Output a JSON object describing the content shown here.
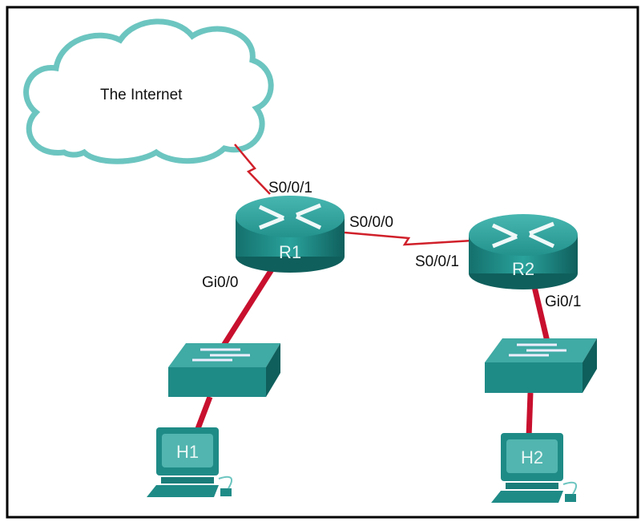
{
  "cloud": {
    "label": "The Internet"
  },
  "routers": [
    {
      "name": "R1"
    },
    {
      "name": "R2"
    }
  ],
  "hosts": [
    {
      "name": "H1"
    },
    {
      "name": "H2"
    }
  ],
  "interfaces": {
    "r1_internet": "S0/0/1",
    "r1_r2": "S0/0/0",
    "r2_r1": "S0/0/1",
    "r1_lan": "Gi0/0",
    "r2_lan": "Gi0/1"
  },
  "colors": {
    "device": "#1f8b87",
    "ethernet_link": "#c8102e",
    "serial_link": "#d0202a",
    "cloud_outline": "#5bbdb8"
  }
}
